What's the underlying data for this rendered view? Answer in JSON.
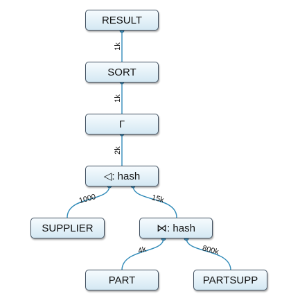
{
  "nodes": {
    "result": {
      "label": "RESULT"
    },
    "sort": {
      "label": "SORT"
    },
    "gamma": {
      "label": "Γ"
    },
    "hash1": {
      "label": "◁: hash"
    },
    "supplier": {
      "label": "SUPPLIER"
    },
    "hash2": {
      "label": "⋈: hash"
    },
    "part": {
      "label": "PART"
    },
    "partsupp": {
      "label": "PARTSUPP"
    }
  },
  "edges": {
    "sort_result": {
      "label": "1k"
    },
    "gamma_sort": {
      "label": "1k"
    },
    "hash1_gamma": {
      "label": "2k"
    },
    "supplier_hash1": {
      "label": "1000"
    },
    "hash2_hash1": {
      "label": "15k"
    },
    "part_hash2": {
      "label": "4k"
    },
    "partsupp_hash2": {
      "label": "800k"
    }
  },
  "colors": {
    "edge": "#2f8ab8",
    "node_border": "#3f4f5f"
  }
}
